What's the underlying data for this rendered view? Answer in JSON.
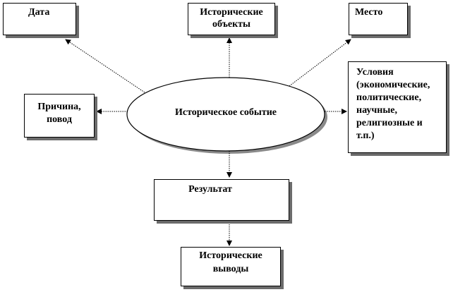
{
  "diagram": {
    "center": "Историческое событие",
    "nodes": {
      "date": "Дата",
      "objects_line1": "Исторические",
      "objects_line2": "объекты",
      "place": "Место",
      "cause_line1": "Причина,",
      "cause_line2": "повод",
      "conditions_line1": "Условия",
      "conditions_line2": "(экономические,",
      "conditions_line3": "политические,",
      "conditions_line4": "научные,",
      "conditions_line5": "религиозные и",
      "conditions_line6": "т.п.)",
      "result": "Результат",
      "conclusions_line1": "Исторические",
      "conclusions_line2": "выводы"
    },
    "colors": {
      "line": "#000000",
      "shadow": "#6b6b6b",
      "background": "#ffffff"
    }
  }
}
